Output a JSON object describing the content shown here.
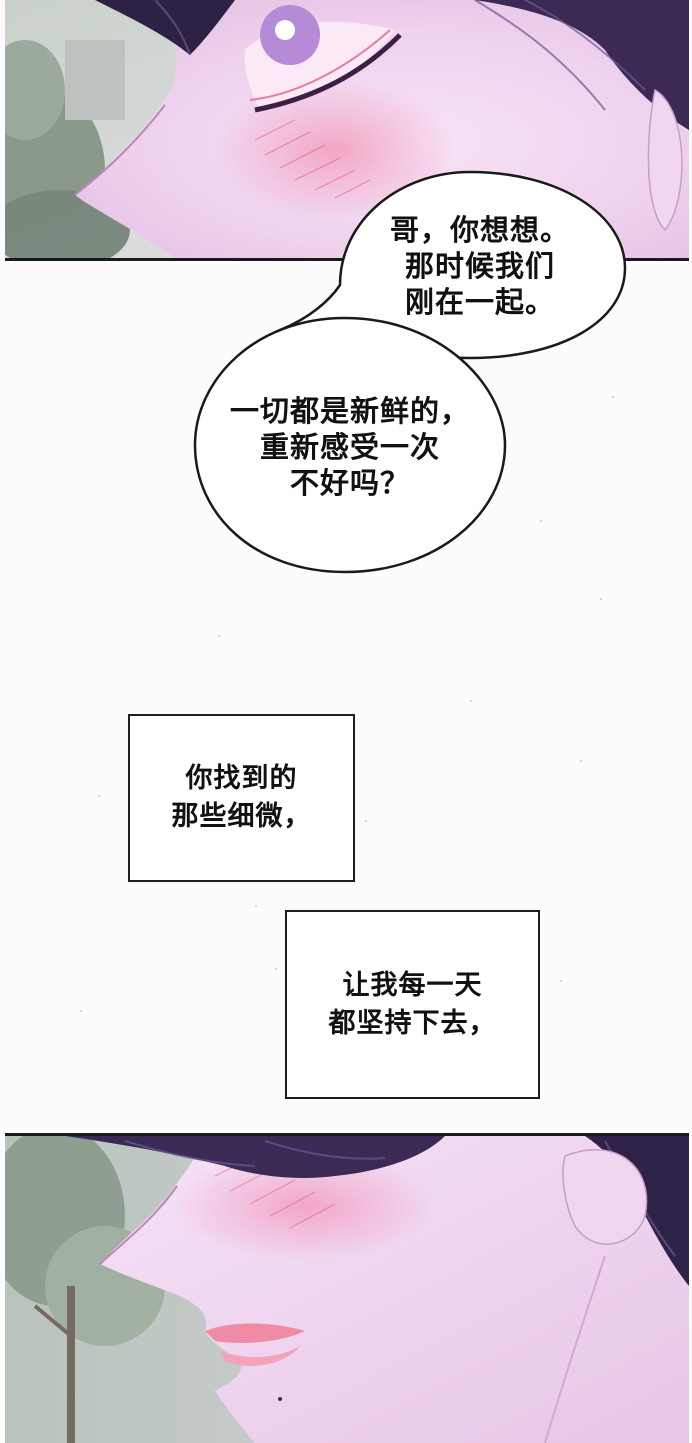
{
  "bubble_one": {
    "lines": [
      "哥，你想想。",
      "那时候我们",
      "刚在一起。"
    ]
  },
  "bubble_two": {
    "lines": [
      "一切都是新鲜的，",
      "重新感受一次",
      "不好吗？"
    ]
  },
  "box_one": {
    "lines": [
      "你找到的",
      "那些细微，"
    ]
  },
  "box_two": {
    "lines": [
      "让我每一天",
      "都坚持下去，"
    ]
  },
  "colors": {
    "skin": "#f3dbf2",
    "blush": "#f0a9c8",
    "hair": "#3a2a55",
    "background_tree": "#8a9a8c",
    "page": "#fdfbfd"
  }
}
